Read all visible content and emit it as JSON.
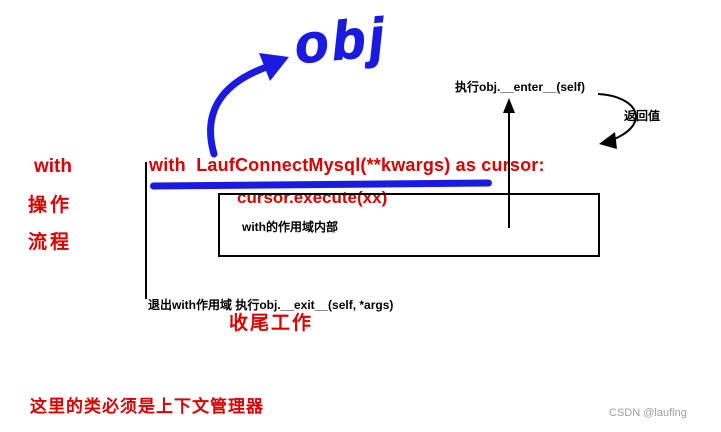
{
  "colors": {
    "red": "#d80000",
    "blue": "#1a1ae0",
    "black": "#000000",
    "watermark_gray": "#9e9e9e"
  },
  "diagram": {
    "obj_label": "obj",
    "enter_call": "执行obj.__enter__(self)",
    "return_value_label": "返回值",
    "left_title": {
      "line1": "with",
      "line2": "操作",
      "line3": "流程"
    },
    "with_statement": "with  LaufConnectMysql(**kwargs) as cursor:",
    "cursor_call": "cursor.execute(xx)",
    "scope_box_label": "with的作用域内部",
    "exit_note": "退出with作用域 执行obj.__exit__(self, *args)",
    "cleanup_label": "收尾工作",
    "bottom_note": "这里的类必须是上下文管理器"
  },
  "watermark": "CSDN @laufing"
}
